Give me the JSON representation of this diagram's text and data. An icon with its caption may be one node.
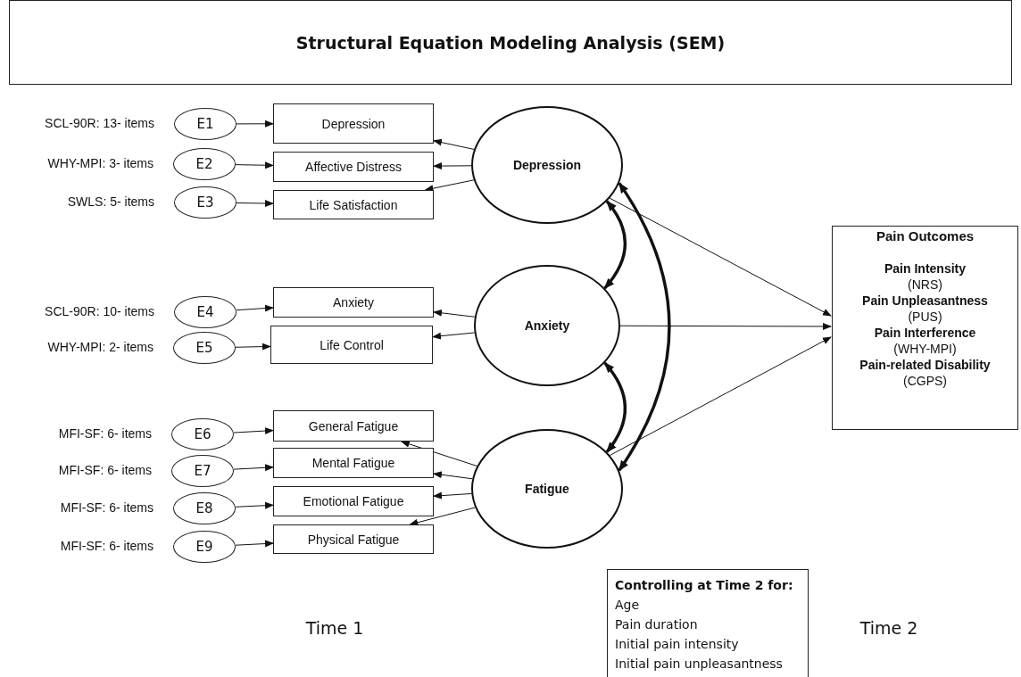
{
  "diagram": {
    "title": "Structural Equation Modeling Analysis (SEM)",
    "nodes": [
      {
        "text": [
          "E1"
        ],
        "beside": [
          "SCL-90R: 13- items"
        ]
      },
      {
        "text": [
          "Depression"
        ]
      },
      {
        "text": [
          "E2"
        ],
        "beside": [
          "WHY-MPI:  3- items"
        ]
      },
      {
        "text": [
          "Affective Distress"
        ]
      },
      {
        "text": [
          "E3"
        ],
        "beside": [
          "SWLS: 5- items"
        ]
      },
      {
        "text": [
          "Life Satisfaction"
        ]
      },
      {
        "text": [
          "Depression"
        ]
      },
      {
        "text": [
          "Pain Outcomes",
          "Pain Intensity",
          "(NRS)",
          "Pain Unpleasantness",
          "(PUS)",
          "Pain Interference",
          "(WHY-MPI)",
          "Pain-related Disability",
          "(CGPS)"
        ]
      },
      {
        "text": [
          "E4"
        ],
        "beside": [
          "SCL-90R: 10- items"
        ]
      },
      {
        "text": [
          "Anxiety"
        ]
      },
      {
        "text": [
          "E5"
        ],
        "beside": [
          "WHY-MPI: 2- items"
        ]
      },
      {
        "text": [
          "Life Control"
        ]
      },
      {
        "text": [
          "Anxiety"
        ]
      },
      {
        "text": [
          "E6"
        ],
        "beside": [
          "MFI-SF: 6- items"
        ]
      },
      {
        "text": [
          "General Fatigue"
        ]
      },
      {
        "text": [
          "E7"
        ],
        "beside": [
          "MFI-SF: 6- items"
        ]
      },
      {
        "text": [
          "Mental Fatigue"
        ]
      },
      {
        "text": [
          "E8"
        ],
        "beside": [
          "MFI-SF: 6- items"
        ]
      },
      {
        "text": [
          "Emotional Fatigue"
        ]
      },
      {
        "text": [
          "E9"
        ],
        "beside": [
          "MFI-SF: 6- items"
        ]
      },
      {
        "text": [
          "Physical Fatigue"
        ]
      },
      {
        "text": [
          "Fatigue"
        ]
      },
      {
        "text": [
          "Controlling at Time 2 for:",
          "Age",
          "Pain duration",
          "Initial pain intensity",
          "Initial pain unpleasantness"
        ]
      }
    ],
    "edges": [
      {
        "from": 0,
        "to": 1,
        "arrow": "to"
      },
      {
        "from": 2,
        "to": 3,
        "arrow": "to"
      },
      {
        "from": 4,
        "to": 5,
        "arrow": "to"
      },
      {
        "from": 6,
        "to": 1,
        "arrow": "to"
      },
      {
        "from": 6,
        "to": 3,
        "arrow": "to"
      },
      {
        "from": 6,
        "to": 5,
        "arrow": "to"
      },
      {
        "from": 8,
        "to": 9,
        "arrow": "to"
      },
      {
        "from": 10,
        "to": 11,
        "arrow": "to"
      },
      {
        "from": 12,
        "to": 9,
        "arrow": "to"
      },
      {
        "from": 12,
        "to": 11,
        "arrow": "to"
      },
      {
        "from": 13,
        "to": 14,
        "arrow": "to"
      },
      {
        "from": 15,
        "to": 16,
        "arrow": "to"
      },
      {
        "from": 17,
        "to": 18,
        "arrow": "to"
      },
      {
        "from": 19,
        "to": 20,
        "arrow": "to"
      },
      {
        "from": 21,
        "to": 14,
        "arrow": "to"
      },
      {
        "from": 21,
        "to": 16,
        "arrow": "to"
      },
      {
        "from": 21,
        "to": 18,
        "arrow": "to"
      },
      {
        "from": 21,
        "to": 20,
        "arrow": "to"
      },
      {
        "from": 6,
        "to": 12,
        "arrow": "both",
        "style": "thick"
      },
      {
        "from": 6,
        "to": 21,
        "arrow": "both",
        "style": "thick"
      },
      {
        "from": 12,
        "to": 21,
        "arrow": "both",
        "style": "thick"
      },
      {
        "from": 6,
        "to": 7,
        "arrow": "to"
      },
      {
        "from": 12,
        "to": 7,
        "arrow": "to"
      },
      {
        "from": 21,
        "to": 7,
        "arrow": "to"
      }
    ],
    "labels": [
      "Time 1",
      "Time 2"
    ]
  }
}
